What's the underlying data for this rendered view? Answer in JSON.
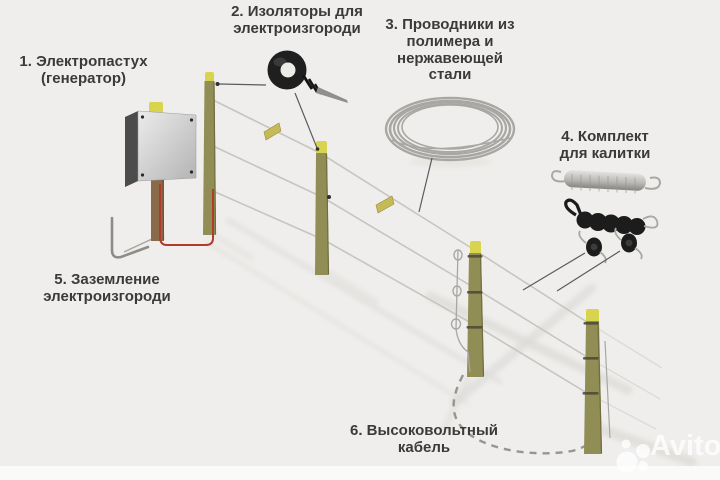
{
  "labels": [
    {
      "id": 1,
      "text": "1. Электропастух\n(генератор)"
    },
    {
      "id": 2,
      "text": "2. Изоляторы для\nэлектроизгороди"
    },
    {
      "id": 3,
      "text": "3. Проводники из\nполимера и\nнержавеющей\nстали"
    },
    {
      "id": 4,
      "text": "4. Комплект\nдля калитки"
    },
    {
      "id": 5,
      "text": "5. Заземление\nэлектроизгороди"
    },
    {
      "id": 6,
      "text": "6. Высоковольтный\nкабель"
    }
  ],
  "watermark": {
    "text": "Avito"
  },
  "colors": {
    "bg": "#efeeec",
    "bottom-strip": "#fafaf8",
    "text": "#3a3a3a",
    "post-body": "#908e55",
    "post-cap": "#d9d44f",
    "post-brown": "#8a6b49",
    "wire": "#c6c5c0",
    "hot-wire": "#b03a2c",
    "pointer": "#5a5a60",
    "shadow": "#dddcd8",
    "sign": "#c6ba58",
    "black-part": "#1c1c1c",
    "metal": "#a8a7a3"
  }
}
